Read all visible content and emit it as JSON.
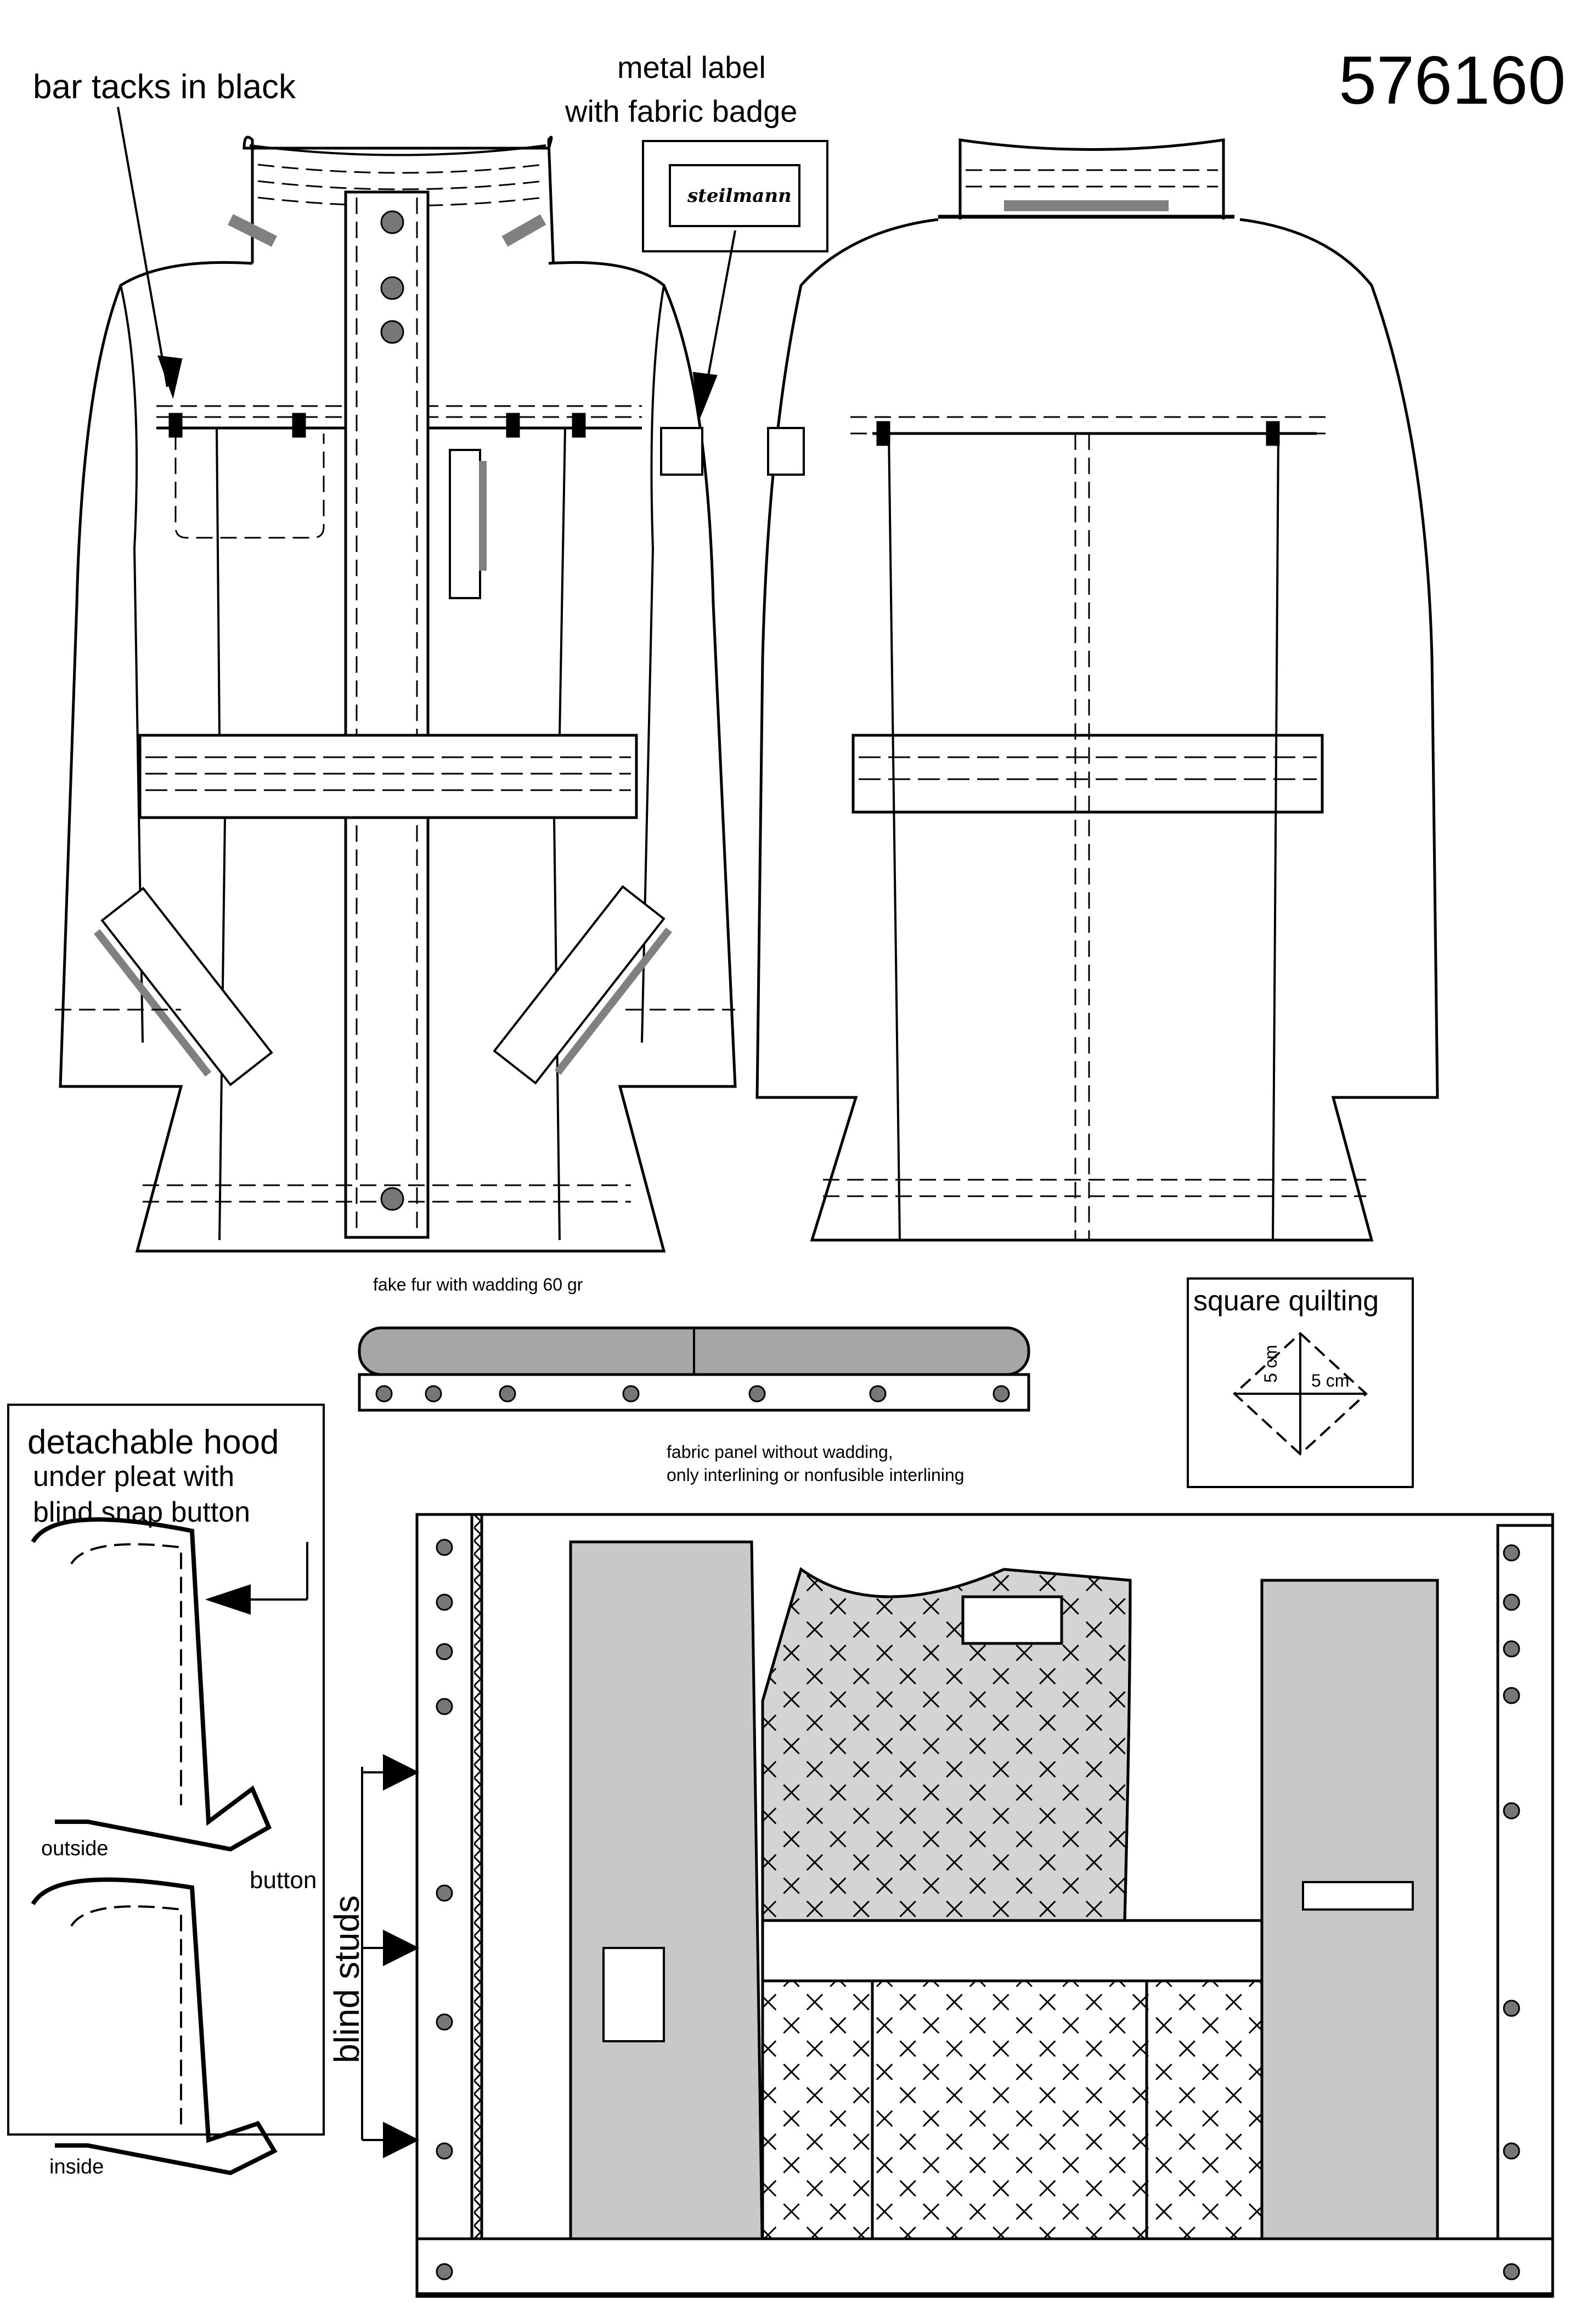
{
  "style_number": "576160",
  "labels": {
    "bar_tacks": "bar tacks in black",
    "metal_label_line1": "metal label",
    "metal_label_line2": "with fabric badge",
    "brand": "steilmann",
    "fake_fur": "fake fur with wadding 60 gr",
    "fabric_panel_line1": "fabric panel without wadding,",
    "fabric_panel_line2": "only interlining or nonfusible interlining",
    "square_quilting": "square quilting",
    "quilt_dim_h": "5 cm",
    "quilt_dim_v": "5 cm",
    "hood_title": "detachable hood",
    "hood_sub1": "under pleat with",
    "hood_sub2": "blind snap button",
    "outside": "outside",
    "button": "button",
    "inside": "inside",
    "blind_studs": "blind studs"
  },
  "colors": {
    "line": "#000000",
    "tape": "#808080",
    "fur": "#a6a6a6",
    "lining": "#c8c8c8",
    "quilt_fill": "#d4d4d4",
    "background": "#ffffff"
  }
}
